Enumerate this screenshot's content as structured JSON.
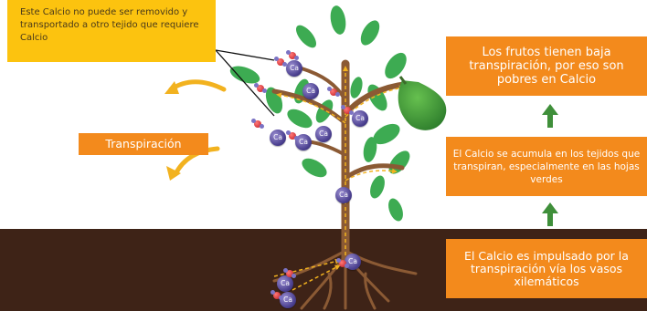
{
  "callouts": {
    "not_mobile": "Este Calcio no puede ser removido y transportado a otro tejido que requiere Calcio",
    "transpiration": "Transpiración"
  },
  "steps": {
    "fruits": "Los frutos tienen baja transpiración, por eso son pobres en Calcio",
    "accumulates": "El Calcio se acumula en los tejidos que transpiran, especialmente en las hojas verdes",
    "impulsed": "El Calcio es impulsado por la transpiración vía los vasos xilemáticos"
  },
  "ion_label": "Ca",
  "colors": {
    "soil": "#3e2317",
    "stem": "#8b5a34",
    "leaf": "#3dab52",
    "fruit": "#3f9b3c",
    "orange_box": "#f38a1c",
    "yellow_box": "#fcc30f",
    "arrow_green": "#3f8f3a",
    "calcium_ion": "#4a3f8f",
    "water_molecule": "#c0161c"
  },
  "icons": [
    "calcium-ion-icon",
    "water-molecule-icon",
    "up-arrow-icon",
    "curved-arrow-icon",
    "avocado-fruit-icon",
    "leaf-icon"
  ]
}
